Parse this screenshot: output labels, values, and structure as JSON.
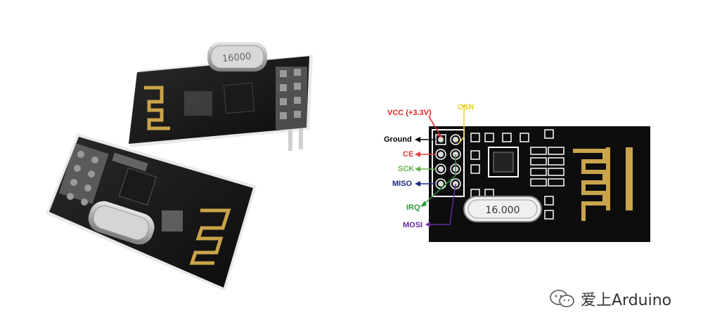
{
  "crystal_text": "16.000",
  "crystal_text_left": "16000",
  "pins": {
    "vcc": "VCC (+3.3V)",
    "csn": "CSN",
    "ground": "Ground",
    "ce": "CE",
    "sck": "SCK",
    "miso": "MISO",
    "irq": "IRQ",
    "mosi": "MOSI"
  },
  "colors": {
    "vcc": "#e02020",
    "csn": "#e6d21e",
    "ground": "#000000",
    "ce": "#e04040",
    "sck": "#6ab04c",
    "miso": "#1a2a7a",
    "irq": "#2e9a3c",
    "mosi": "#6a2aa0"
  },
  "watermark": {
    "text": "爱上Arduino",
    "icon": "wechat-icon"
  }
}
